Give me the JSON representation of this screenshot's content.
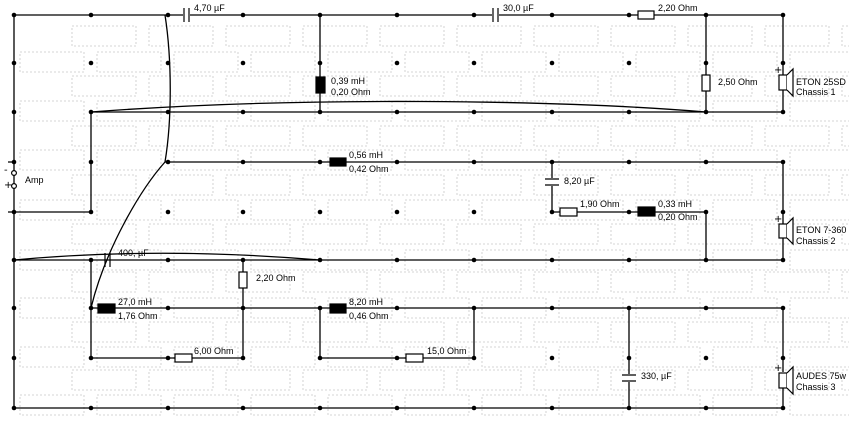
{
  "components": {
    "c_4_70": "4,70 µF",
    "c_30_0": "30,0 µF",
    "r_2_20_top": "2,20 Ohm",
    "l_0_39": "0,39 mH",
    "l_0_39_r": "0,20 Ohm",
    "r_2_50": "2,50 Ohm",
    "l_0_56": "0,56 mH",
    "l_0_56_r": "0,42 Ohm",
    "c_8_20": "8,20 µF",
    "r_1_90": "1,90 Ohm",
    "l_0_33": "0,33 mH",
    "l_0_33_r": "0,20 Ohm",
    "c_400": "400, µF",
    "r_2_20_mid": "2,20 Ohm",
    "l_27_0": "27,0 mH",
    "l_27_0_r": "1,76 Ohm",
    "l_8_20": "8,20 mH",
    "l_8_20_r": "0,46 Ohm",
    "r_6_00": "6,00 Ohm",
    "r_15_0": "15,0 Ohm",
    "c_330": "330, µF"
  },
  "amp": {
    "label": "Amp",
    "minus": "-",
    "plus": "+"
  },
  "speakers": [
    {
      "name": "ETON 25SD",
      "chassis": "Chassis 1"
    },
    {
      "name": "ETON 7-360",
      "chassis": "Chassis 2"
    },
    {
      "name": "AUDES 75w",
      "chassis": "Chassis 3"
    }
  ]
}
